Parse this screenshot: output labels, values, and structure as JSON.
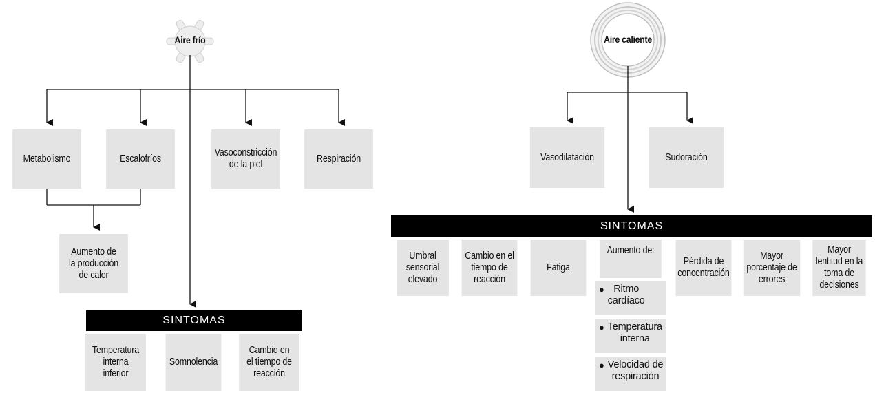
{
  "cold": {
    "root_label": "Aire frío",
    "effects": [
      "Metabolismo",
      "Escalofríos",
      "Vasoconstricción\nde la piel",
      "Respiración"
    ],
    "result": "Aumento de\nla producción\nde calor",
    "symptoms_header": "SINTOMAS",
    "symptoms": [
      "Temperatura\ninterna\ninferior",
      "Somnolencia",
      "Cambio en\nel tiempo de\nreacción"
    ]
  },
  "hot": {
    "root_label": "Aire caliente",
    "effects": [
      "Vasodilatación",
      "Sudoración"
    ],
    "symptoms_header": "SINTOMAS",
    "symptoms": [
      "Umbral\nsensorial\nelevado",
      "Cambio en el\ntiempo de\nreacción",
      "Fatiga",
      "Aumento de:",
      "Pérdida de\nconcentración",
      "Mayor\nporcentaje de\nerrores",
      "Mayor\nlentitud en la\ntoma de\ndecisiones"
    ],
    "increase_items": [
      "Ritmo\ncardíaco",
      "Temperatura\ninterna",
      "Velocidad de\nrespiración"
    ]
  }
}
